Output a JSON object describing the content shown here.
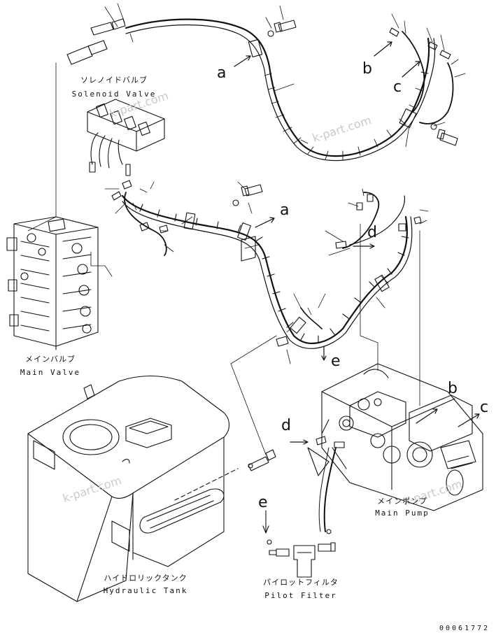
{
  "labels": {
    "solenoid_valve": {
      "jp": "ソレノイドバルブ",
      "en": "Solenoid Valve"
    },
    "main_valve": {
      "jp": "メインバルブ",
      "en": "Main Valve"
    },
    "hydraulic_tank": {
      "jp": "ハイドロリックタンク",
      "en": "Hydraulic Tank"
    },
    "pilot_filter": {
      "jp": "パイロットフィルタ",
      "en": "Pilot Filter"
    },
    "main_pump": {
      "jp": "メインポンプ",
      "en": "Main Pump"
    }
  },
  "callouts": {
    "a1": "a",
    "a2": "a",
    "b1": "b",
    "b2": "b",
    "c1": "c",
    "c2": "c",
    "d1": "d",
    "d2": "d",
    "e1": "e",
    "e2": "e"
  },
  "watermark": "k-part.com",
  "part_number": "00061772"
}
